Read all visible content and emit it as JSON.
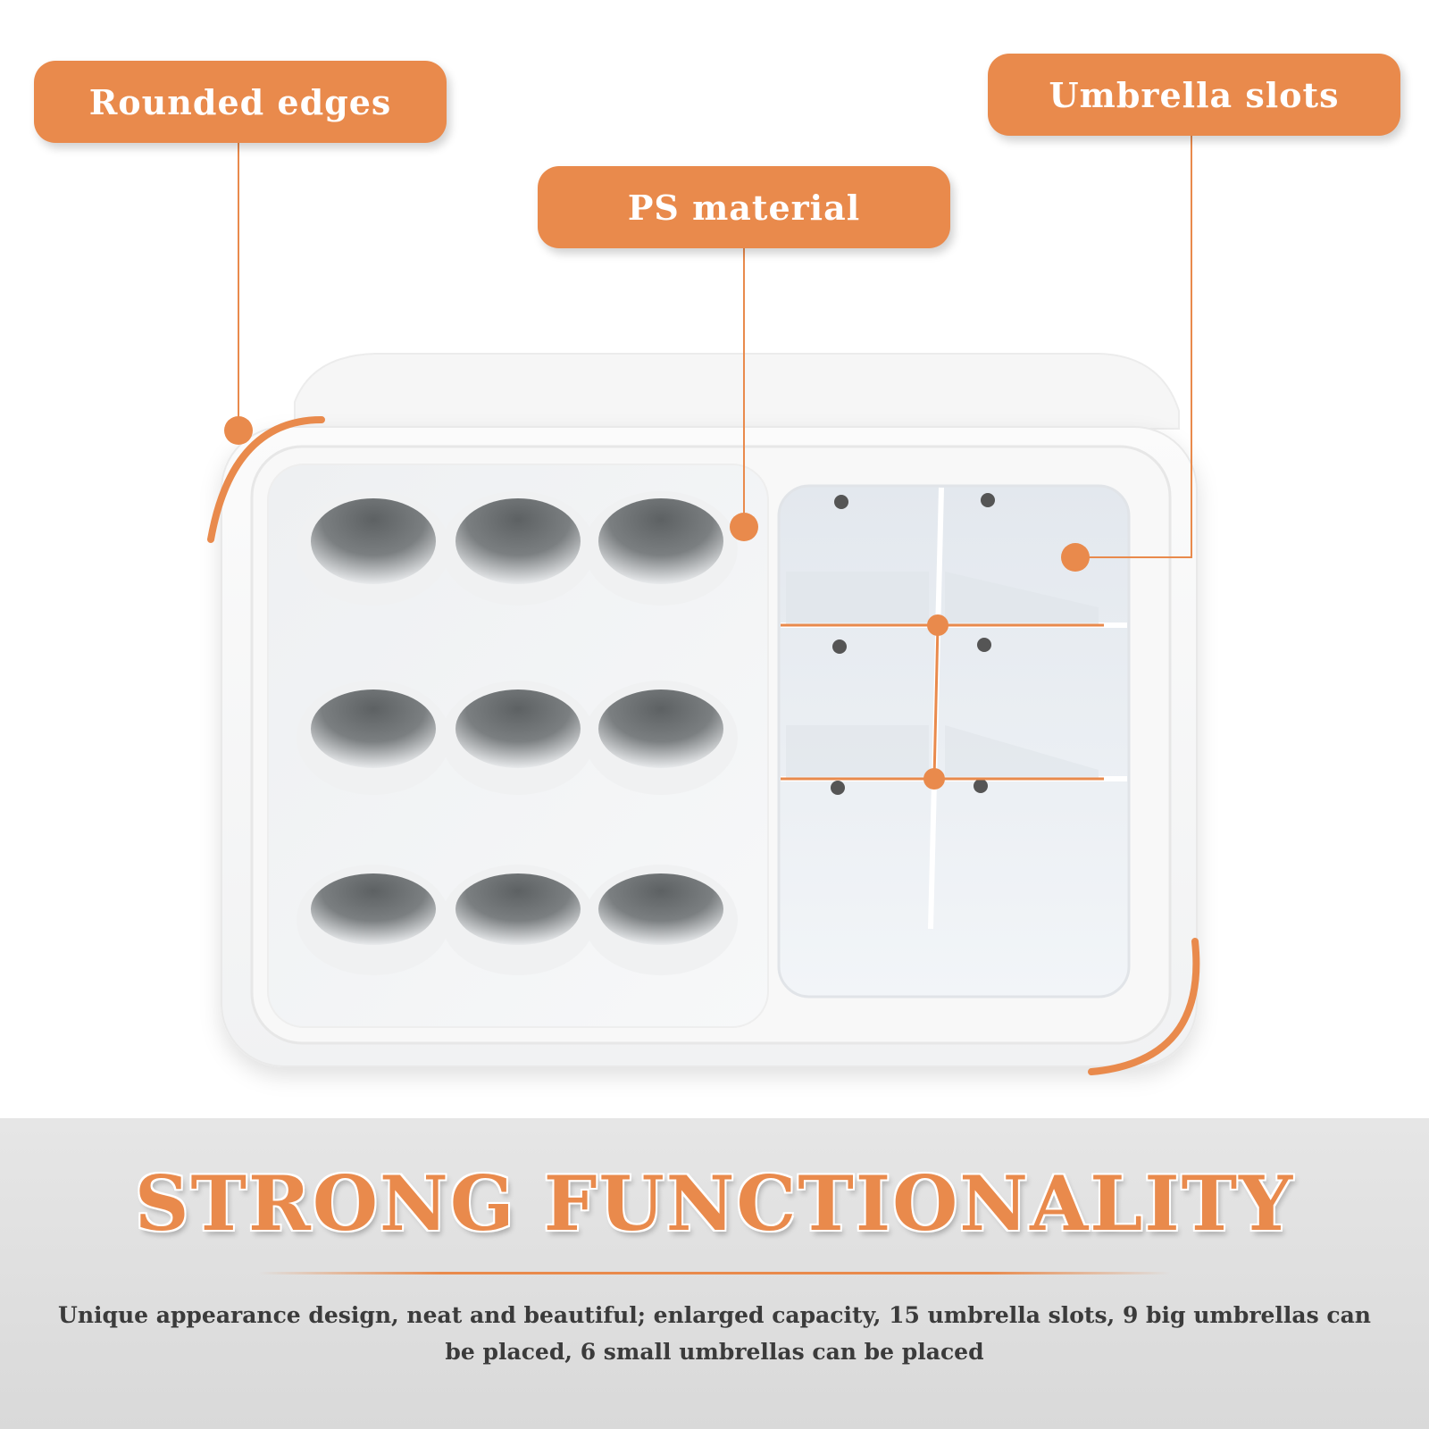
{
  "callouts": {
    "rounded_edges": "Rounded edges",
    "ps_material": "PS material",
    "umbrella_slots": "Umbrella slots"
  },
  "headline": "STRONG FUNCTIONALITY",
  "description": "Unique appearance design, neat and beautiful; enlarged capacity, 15 umbrella slots, 9 big umbrellas can be placed, 6 small umbrellas can be placed",
  "colors": {
    "accent": "#e98a4c",
    "band": "#e0e0e0",
    "text_dark": "#3b3b3b",
    "hole": "#6a6e70"
  }
}
